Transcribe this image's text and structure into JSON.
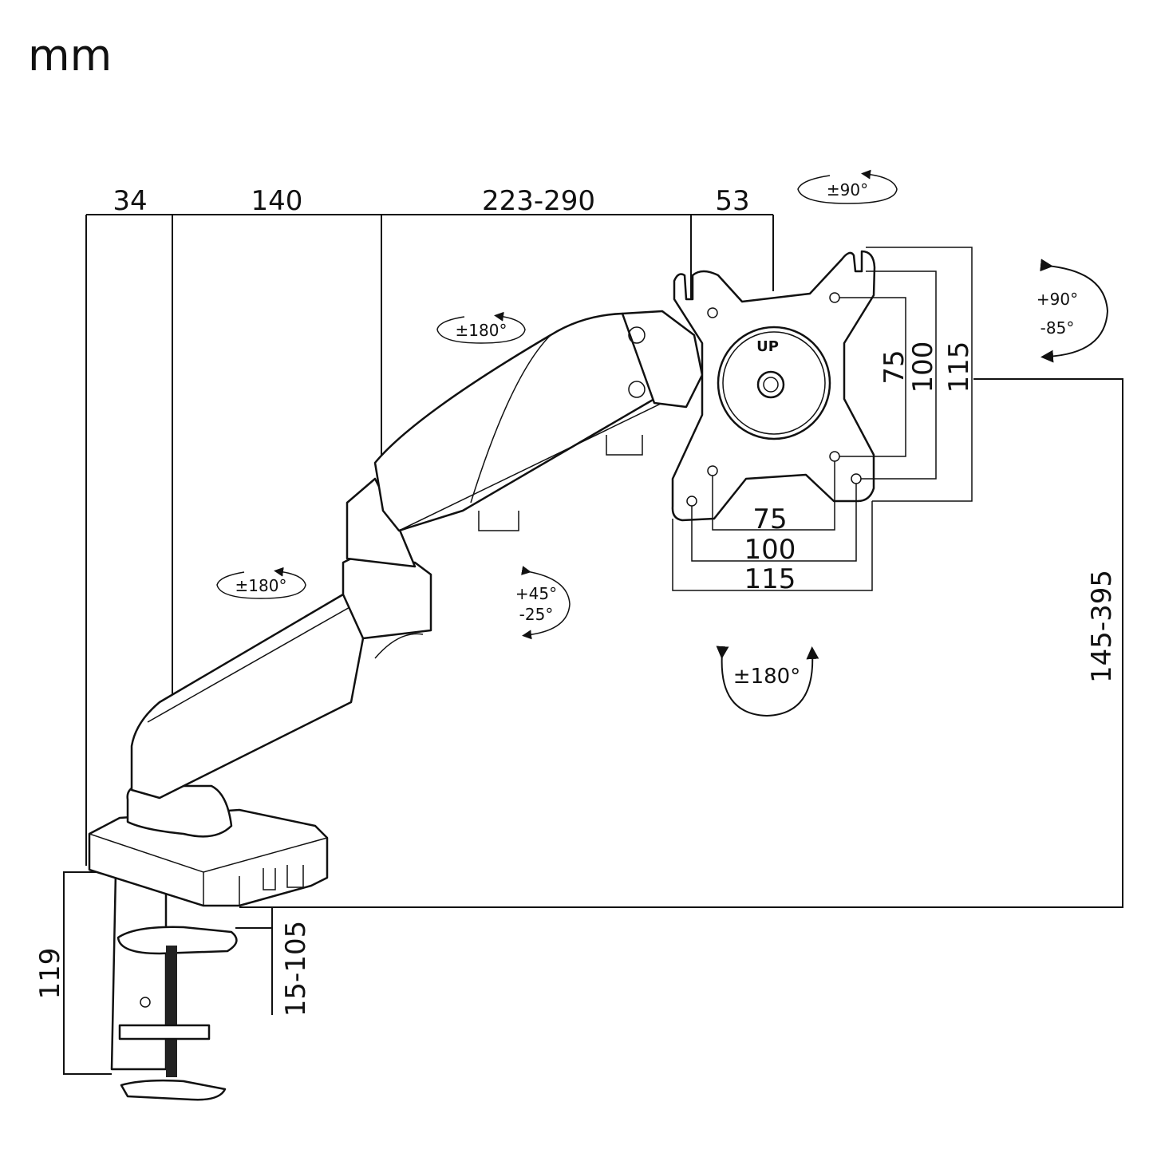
{
  "unit_label": "mm",
  "top_dimensions": [
    "34",
    "140",
    "223-290",
    "53"
  ],
  "height_range": "145-395",
  "clamp_height": "119",
  "desk_thickness": "15-105",
  "vesa": {
    "horizontal": [
      "75",
      "100",
      "115"
    ],
    "vertical": [
      "75",
      "100",
      "115"
    ],
    "up_label": "UP"
  },
  "rotations": {
    "swivel_plate": "±90°",
    "tilt_up": "+90°",
    "tilt_down": "-85°",
    "upper_arm_swivel": "±180°",
    "lower_arm_swivel": "±180°",
    "arm_tilt_up": "+45°",
    "arm_tilt_down": "-25°",
    "rotation": "±180°"
  }
}
